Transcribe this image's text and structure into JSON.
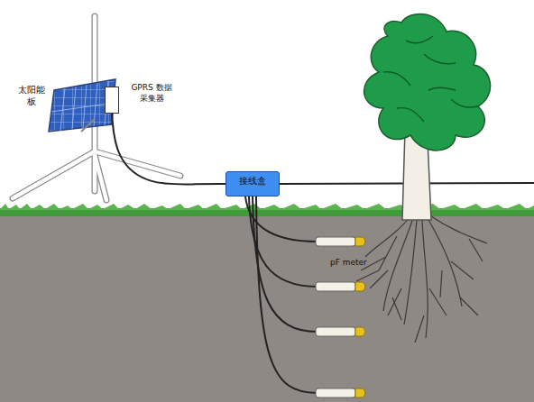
{
  "diagram": {
    "nodes": [
      {
        "text": [
          "GPRS 数据采集器"
        ]
      },
      {
        "text": [
          "接线盒"
        ]
      }
    ],
    "edges": [
      {
        "from": 0,
        "to": 1,
        "arrow": "none"
      }
    ],
    "labels": [
      "太阳能 板",
      "pF meter"
    ]
  }
}
